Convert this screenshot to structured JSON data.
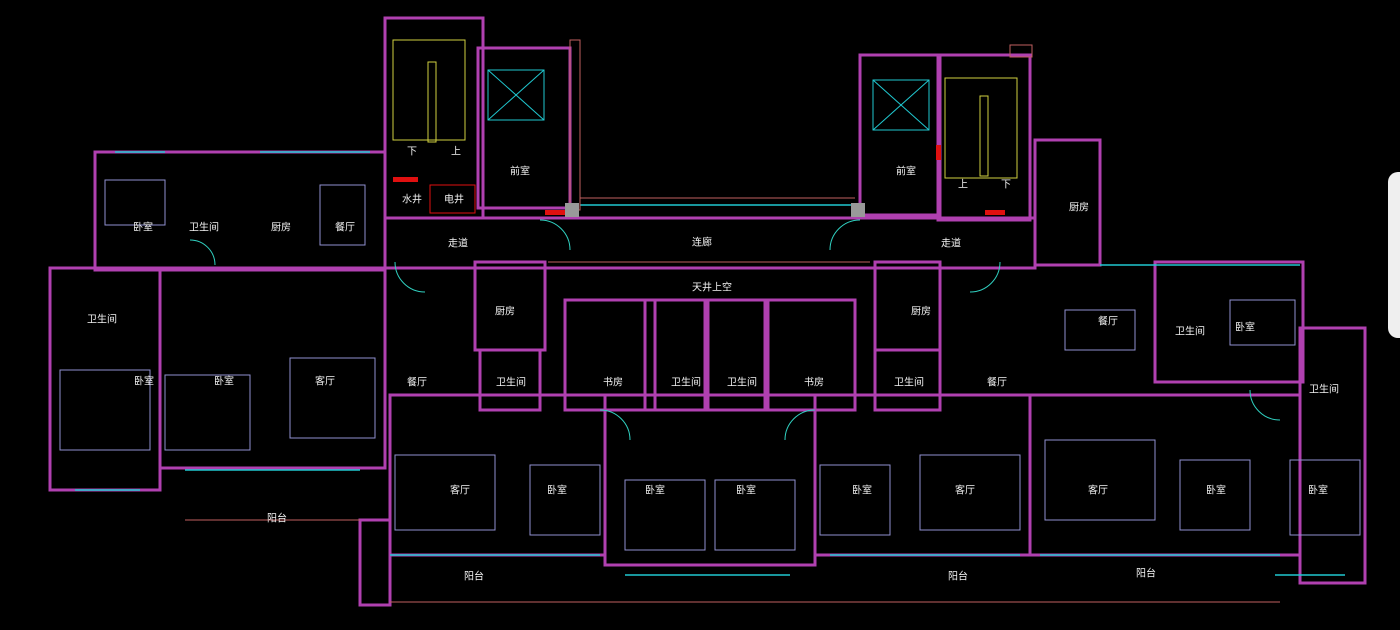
{
  "colors": {
    "wall": "#b040b0",
    "wall_fill": "#a050a8",
    "window": "#20c8d0",
    "door": "#30d0c0",
    "furniture": "#9090d0",
    "stair": "#d0d040",
    "red": "#e01010",
    "outline": "#c06060"
  },
  "rooms": [
    "卧室",
    "卫生间",
    "厨房",
    "餐厅",
    "水井",
    "电井",
    "前室",
    "下",
    "上",
    "走道",
    "连廊",
    "天井上空",
    "前室",
    "上",
    "下",
    "走道",
    "厨房",
    "卫生间",
    "卧室",
    "卧室",
    "客厅",
    "厨房",
    "卫生间",
    "书房",
    "卫生间",
    "卫生间",
    "书房",
    "卫生间",
    "厨房",
    "餐厅",
    "餐厅",
    "餐厅",
    "卫生间",
    "卧室",
    "卫生间",
    "客厅",
    "卧室",
    "卧室",
    "卧室",
    "卧室",
    "客厅",
    "客厅",
    "卧室",
    "卧室",
    "阳台",
    "阳台",
    "阳台",
    "阳台"
  ]
}
